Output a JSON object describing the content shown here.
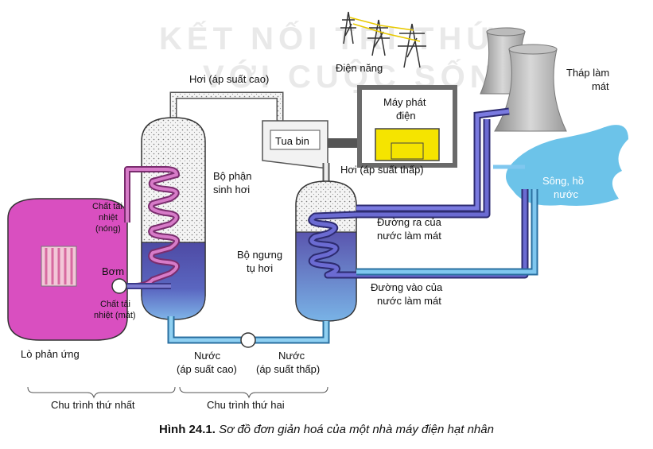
{
  "watermark": {
    "line1": "KẾT NỐI TRI THỨC",
    "line2": "VỚI CUỘC SỐNG"
  },
  "labels": {
    "steam_high": "Hơi (áp suất cao)",
    "electricity": "Điện năng",
    "generator_1": "Máy phát",
    "generator_2": "điện",
    "turbine": "Tua bin",
    "steam_low": "Hơi (áp suất thấp)",
    "cooling_tower_1": "Tháp làm",
    "cooling_tower_2": "mát",
    "river_1": "Sông, hồ",
    "river_2": "nước",
    "steam_gen_1": "Bộ phận",
    "steam_gen_2": "sinh hơi",
    "hot_carrier_1": "Chất tải",
    "hot_carrier_2": "nhiệt",
    "hot_carrier_3": "(nóng)",
    "pump": "Bơm",
    "cold_carrier_1": "Chất tải",
    "cold_carrier_2": "nhiệt (mát)",
    "condenser_1": "Bộ ngưng",
    "condenser_2": "tụ hơi",
    "coolant_out_1": "Đường ra của",
    "coolant_out_2": "nước làm mát",
    "coolant_in_1": "Đường vào của",
    "coolant_in_2": "nước làm mát",
    "reactor": "Lò phản ứng",
    "water_high_1": "Nước",
    "water_high_2": "(áp suất cao)",
    "water_low_1": "Nước",
    "water_low_2": "(áp suất thấp)",
    "cycle_1": "Chu trình thứ nhất",
    "cycle_2": "Chu trình thứ hai"
  },
  "caption": {
    "number": "Hình 24.1.",
    "text": "Sơ đồ đơn giản hoá của một nhà máy điện hạt nhân"
  },
  "colors": {
    "reactor": "#d94fc0",
    "hot_pipe": "#c04aa0",
    "cold_pipe": "#5c4fa8",
    "water_pipe": "#6fb8e8",
    "river": "#6cc3e9",
    "generator": "#f5e400",
    "vessel_bottom": "#5a57b0"
  }
}
